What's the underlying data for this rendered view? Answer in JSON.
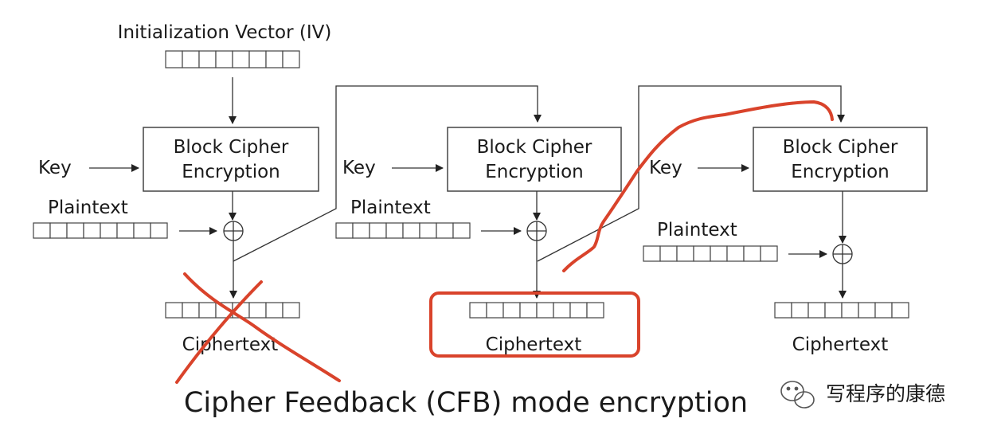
{
  "title": "Cipher Feedback (CFB) mode encryption",
  "iv_label": "Initialization Vector (IV)",
  "watermark": "写程序的康德",
  "colors": {
    "ink": "#d9432b",
    "stroke": "#444444",
    "text": "#1a1a1a"
  },
  "stages": [
    {
      "block_line1": "Block Cipher",
      "block_line2": "Encryption",
      "key": "Key",
      "plaintext": "Plaintext",
      "ciphertext": "Ciphertext"
    },
    {
      "block_line1": "Block Cipher",
      "block_line2": "Encryption",
      "key": "Key",
      "plaintext": "Plaintext",
      "ciphertext": "Ciphertext"
    },
    {
      "block_line1": "Block Cipher",
      "block_line2": "Encryption",
      "key": "Key",
      "plaintext": "Plaintext",
      "ciphertext": "Ciphertext"
    }
  ],
  "annotations": [
    "crossed-out-ciphertext-1",
    "highlighted-ciphertext-2",
    "feedback-arrow-to-stage-3"
  ]
}
